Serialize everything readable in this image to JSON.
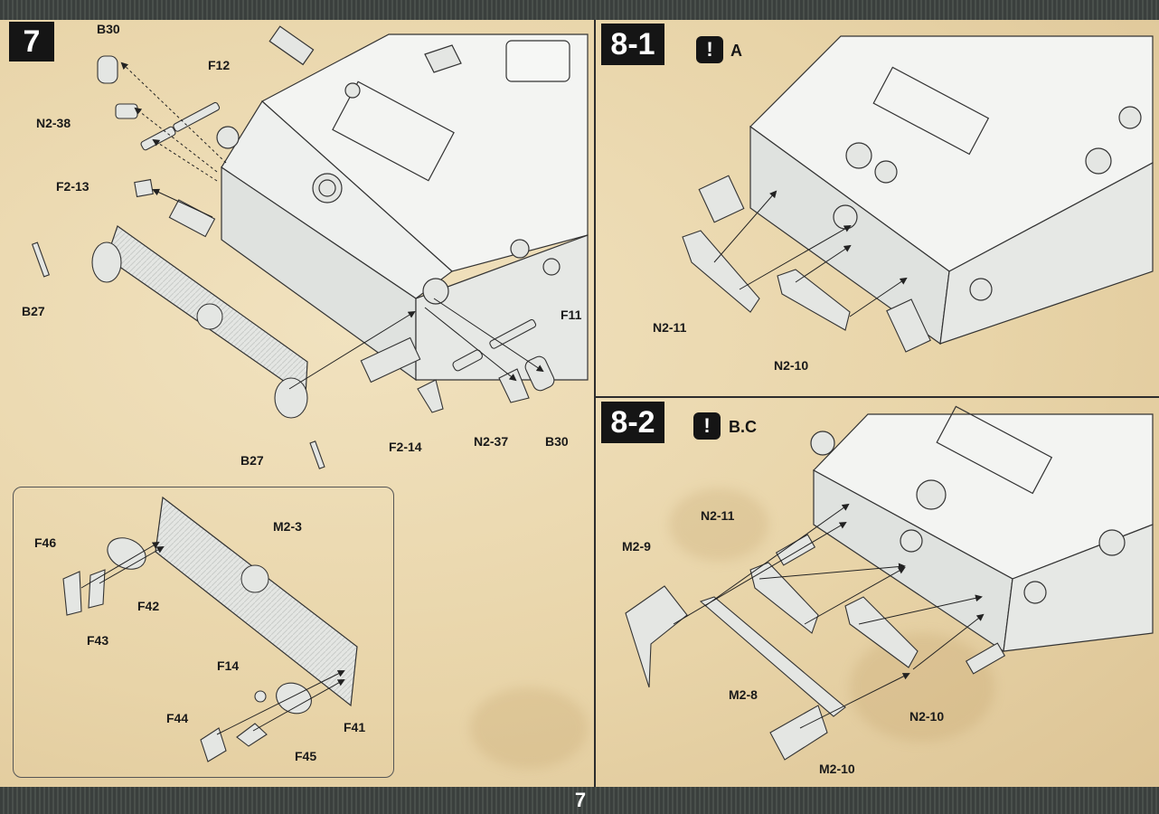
{
  "page_number": "7",
  "steps": [
    {
      "id": "step-7",
      "label": "7"
    },
    {
      "id": "step-8-1",
      "label": "8-1",
      "warning": "!",
      "note": "A"
    },
    {
      "id": "step-8-2",
      "label": "8-2",
      "warning": "!",
      "note": "B.C"
    }
  ],
  "step7_callouts": {
    "b30_top": "B30",
    "f12": "F12",
    "n2_38": "N2-38",
    "f2_13": "F2-13",
    "b27_left": "B27",
    "b27_bottom": "B27",
    "f11": "F11",
    "f2_14": "F2-14",
    "n2_37": "N2-37",
    "b30_bottom": "B30"
  },
  "subassembly_callouts": {
    "m2_3": "M2-3",
    "f46": "F46",
    "f42": "F42",
    "f43": "F43",
    "f14": "F14",
    "f44": "F44",
    "f41": "F41",
    "f45": "F45"
  },
  "step8_1_callouts": {
    "n2_11": "N2-11",
    "n2_10": "N2-10"
  },
  "step8_2_callouts": {
    "m2_9": "M2-9",
    "n2_11": "N2-11",
    "m2_8": "M2-8",
    "n2_10": "N2-10",
    "m2_10": "M2-10"
  }
}
